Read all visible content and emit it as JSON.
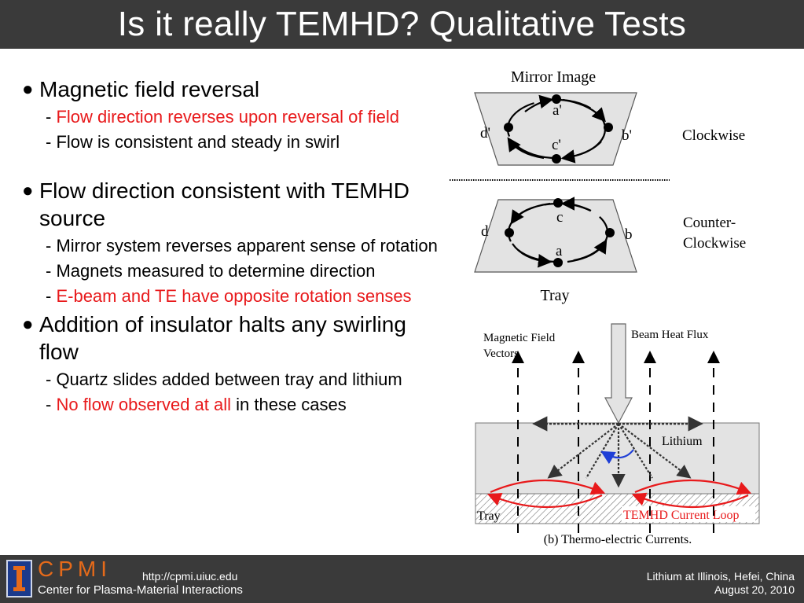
{
  "slide": {
    "title": "Is it really TEMHD? Qualitative Tests"
  },
  "bullets": [
    {
      "text": "Magnetic field reversal",
      "subs": [
        {
          "prefix": "- ",
          "highlight": "Flow direction reverses upon reversal of field",
          "rest": ""
        },
        {
          "prefix": "- Flow is consistent and steady in swirl",
          "highlight": "",
          "rest": ""
        }
      ]
    },
    {
      "text": "Flow direction consistent with TEMHD source",
      "subs": [
        {
          "prefix": "- Mirror system reverses apparent sense of rotation",
          "highlight": "",
          "rest": ""
        },
        {
          "prefix": "- Magnets measured to determine direction",
          "highlight": "",
          "rest": ""
        },
        {
          "prefix": "- ",
          "highlight": "E-beam and TE have opposite rotation senses",
          "rest": ""
        }
      ]
    },
    {
      "text": "Addition of insulator halts any swirling flow",
      "subs": [
        {
          "prefix": "- Quartz slides added between tray and lithium",
          "highlight": "",
          "rest": ""
        },
        {
          "prefix": "- ",
          "highlight": "No flow observed at all",
          "rest": " in these cases"
        }
      ]
    }
  ],
  "diagram_top": {
    "mirror_label": "Mirror Image",
    "mirror_points": [
      "a'",
      "b'",
      "c'",
      "d'"
    ],
    "clockwise_label": "Clockwise",
    "tray_points": [
      "a",
      "b",
      "c",
      "d"
    ],
    "counter_label_1": "Counter-",
    "counter_label_2": "Clockwise",
    "tray_label": "Tray"
  },
  "diagram_bottom": {
    "magnetic_label_1": "Magnetic Field",
    "magnetic_label_2": "Vectors",
    "beam_label": "Beam Heat Flux",
    "lithium_label": "Lithium",
    "tray_label": "Tray",
    "current_loop_label": "TEMHD Current Loop",
    "caption": "(b)  Thermo-electric Currents."
  },
  "footer": {
    "logo_text": "CPMI",
    "url": "http://cpmi.uiuc.edu",
    "center_name": "Center for Plasma-Material Interactions",
    "event": "Lithium at Illinois, Hefei, China",
    "date": "August 20, 2010"
  },
  "colors": {
    "bar_background": "#3a3a3a",
    "highlight_red": "#e8191b",
    "logo_blue": "#1b3a8c",
    "logo_orange": "#e56a1a",
    "arrow_blue": "#1f3fd6"
  }
}
